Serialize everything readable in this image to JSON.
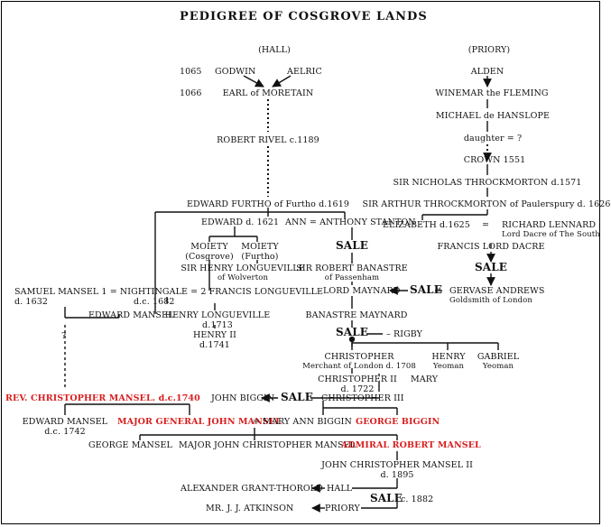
{
  "title": "PEDIGREE OF COSGROVE LANDS",
  "headers": {
    "hall": "(HALL)",
    "priory": "(PRIORY)"
  },
  "years": {
    "y1065": "1065",
    "y1066": "1066"
  },
  "hall": {
    "godwin": "GODWIN",
    "aelric": "AELRIC",
    "earl": "EARL of MORETAIN",
    "robert_rivel": "ROBERT RIVEL c.1189",
    "edward_furtho": "EDWARD FURTHO of Furtho d.1619",
    "edward_1621": "EDWARD d. 1621",
    "ann_stanton": "ANN = ANTHONY STANTON",
    "moiety_cos_1": "MOIETY",
    "moiety_cos_2": "(Cosgrove)",
    "moiety_fur_1": "MOIETY",
    "moiety_fur_2": "(Furtho)",
    "sir_henry_1": "SIR HENRY LONGUEVILLE",
    "sir_henry_2": "of Wolverton",
    "samuel_line": "SAMUEL MANSEL 1 = NIGHTINGALE = 2 FRANCIS LONGUEVILLE",
    "samuel_d": "d. 1632",
    "nightingale_d": "d.c. 1682",
    "edward_mansel": "EDWARD MANSEL",
    "henry_long_1": "HENRY LONGUEVILLE",
    "henry_long_2": "d.1713",
    "henry_ii_1": "HENRY II",
    "henry_ii_2": "d.1741",
    "question": "?",
    "rev_christopher": "REV. CHRISTOPHER MANSEL. d.c.1740",
    "edward_mansel2_1": "EDWARD MANSEL",
    "edward_mansel2_2": "d.c. 1742",
    "major_general": "MAJOR GENERAL JOHN MANSEL",
    "mary_ann": "= MARY ANN BIGGIN",
    "george_biggin": "GEORGE BIGGIN",
    "george_mansel": "GEORGE MANSEL",
    "major_john": "MAJOR JOHN CHRISTOPHER MANSEL",
    "admiral": "ADMIRAL ROBERT MANSEL"
  },
  "priory": {
    "alden": "ALDEN",
    "winemar": "WINEMAR the FLEMING",
    "michael": "MICHAEL de HANSLOPE",
    "daughter": "daughter = ?",
    "crown": "CROWN 1551",
    "nicholas": "SIR NICHOLAS THROCKMORTON d.1571",
    "arthur": "SIR ARTHUR THROCKMORTON of Paulerspury d. 1626",
    "elizabeth": "ELIZABETH d.1625",
    "eq": "=",
    "richard_1": "RICHARD LENNARD",
    "richard_2": "Lord Dacre of The South",
    "francis_dacre": "FRANCIS LORD DACRE",
    "sale1": "SALE",
    "gervase_1": "GERVASE ANDREWS",
    "gervase_2": "Goldsmith of London",
    "sale2": "SALE",
    "lord_maynard": "LORD MAYNARD",
    "sir_robert_1": "SIR ROBERT BANASTRE",
    "sir_robert_2": "of Passenham",
    "sale_stanton": "SALE",
    "banastre": "BANASTRE MAYNARD",
    "sale3": "SALE",
    "rigby": "– RIGBY",
    "christopher_1": "CHRISTOPHER",
    "christopher_2": "Merchant of London d. 1708",
    "henry_1": "HENRY",
    "henry_2": "Yeoman",
    "gabriel_1": "GABRIEL",
    "gabriel_2": "Yeoman",
    "chris_ii_1": "CHRISTOPHER II",
    "chris_ii_2": "d. 1722",
    "mary": "MARY",
    "john_biggin": "JOHN BIGGIN",
    "sale4": "SALE",
    "chris_iii": "CHRISTOPHER III",
    "jcm_ii_1": "JOHN CHRISTOPHER MANSEL II",
    "jcm_ii_2": "d. 1895",
    "alexander": "ALEXANDER GRANT-THOROLD",
    "hall": "HALL",
    "sale5": "SALE",
    "sale5_date": "c. 1882",
    "atkinson": "MR. J. J. ATKINSON",
    "priory_label": "PRIORY"
  },
  "colors": {
    "highlight": "#d81e1e",
    "ink": "#111111"
  }
}
